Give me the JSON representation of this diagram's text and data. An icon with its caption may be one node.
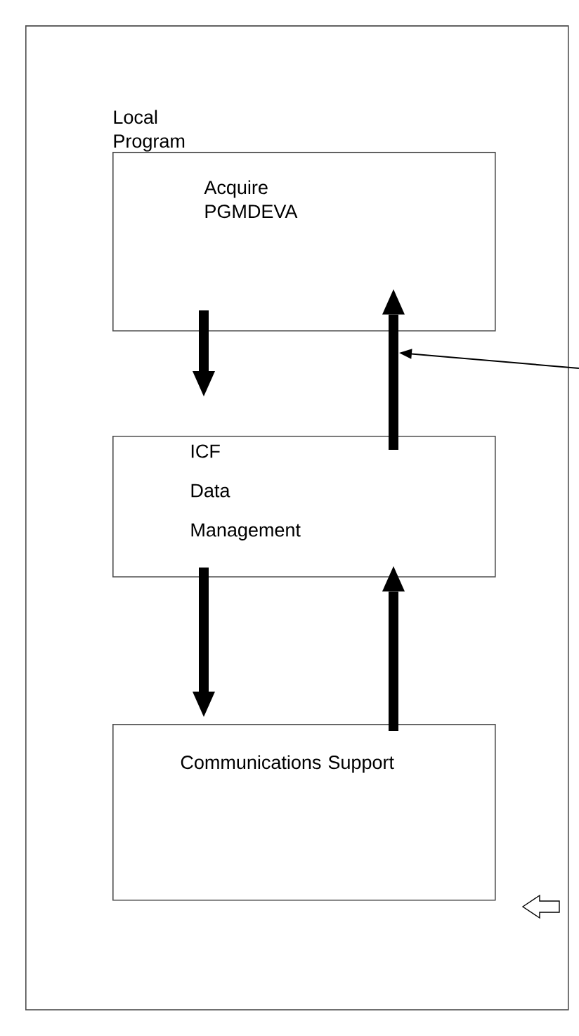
{
  "diagram": {
    "nodes": [
      {
        "text": [
          "Local Program"
        ]
      },
      {
        "text": [
          "Acquire PGMDEVA"
        ],
        "in": 0
      },
      {
        "text": [
          "ICF Data Management"
        ],
        "in": 0
      },
      {
        "text": [
          "Communications Support"
        ],
        "in": 0
      }
    ],
    "edges": [
      {
        "from": 1,
        "to": 2,
        "arrow": "to"
      },
      {
        "from": 2,
        "to": 1,
        "arrow": "to"
      },
      {
        "from": 2,
        "to": 3,
        "arrow": "to"
      },
      {
        "from": 3,
        "to": 2,
        "arrow": "to"
      }
    ]
  }
}
